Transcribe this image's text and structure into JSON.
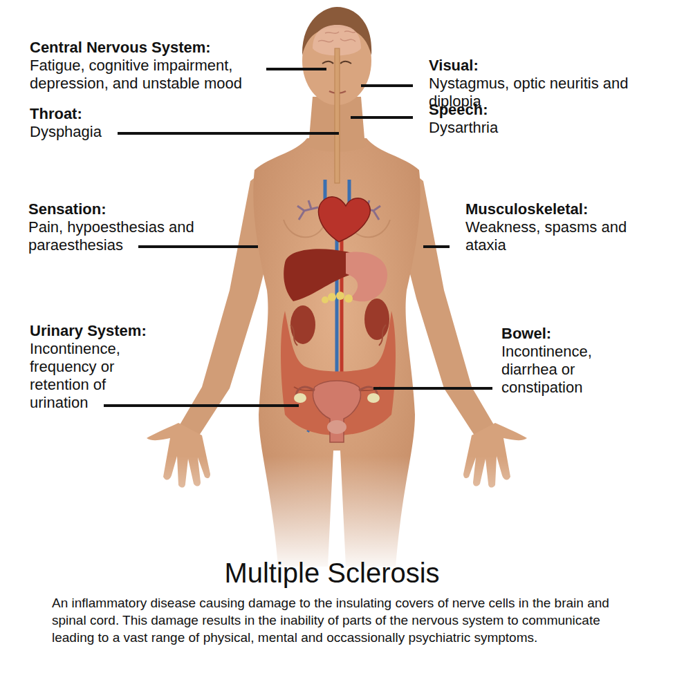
{
  "diagram": {
    "title": "Multiple Sclerosis",
    "caption": "An inflammatory disease causing damage to the insulating covers of nerve cells in the brain and spinal cord. This damage results in the inability of parts of the nervous system to communicate leading to a vast range of physical, mental and occassionally psychiatric symptoms.",
    "labels": [
      "Central Nervous System:",
      "Fatigue, cognitive impairment, depression, and unstable mood",
      "Visual:",
      "Nystagmus, optic neuritis and diplopia",
      "Throat:",
      "Dysphagia",
      "Speech:",
      "Dysarthria",
      "Sensation:",
      "Pain, hypoesthesias and paraesthesias",
      "Musculoskeletal:",
      "Weakness, spasms and ataxia",
      "Urinary System:",
      "Incontinence, frequency or retention of urination",
      "Bowel:",
      "Incontinence, diarrhea or constipation"
    ]
  }
}
